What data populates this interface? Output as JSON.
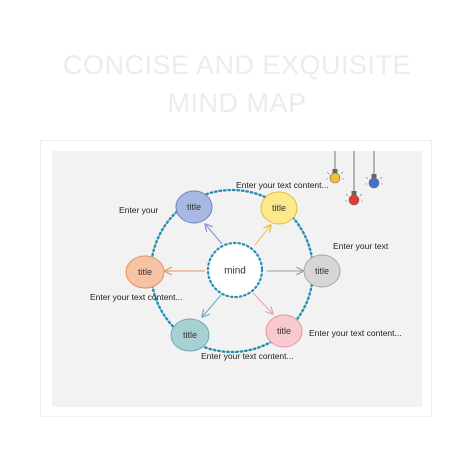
{
  "header": {
    "title_line1": "CONCISE AND EXQUISITE",
    "title_line2": "MIND MAP"
  },
  "center": {
    "label": "mind"
  },
  "nodes": [
    {
      "id": "top-left",
      "label": "title",
      "color": "#a9b8e2"
    },
    {
      "id": "top-right",
      "label": "title",
      "color": "#fbe98c"
    },
    {
      "id": "right",
      "label": "title",
      "color": "#d6d6d6"
    },
    {
      "id": "bottom-right",
      "label": "title",
      "color": "#f8c9cf"
    },
    {
      "id": "bottom-left",
      "label": "title",
      "color": "#a8d0d3"
    },
    {
      "id": "left",
      "label": "title",
      "color": "#f6c3a3"
    }
  ],
  "texts": {
    "top_right": "Enter your text content...",
    "top_left": "Enter your",
    "right": "Enter your text",
    "left": "Enter your text content...",
    "bottom_right": "Enter your text content...",
    "bottom": "Enter your text content..."
  },
  "decor": {
    "bulb_colors": [
      "#f2c230",
      "#e23a3a",
      "#4a6fd1"
    ],
    "ring_color": "#2b8fb0"
  }
}
